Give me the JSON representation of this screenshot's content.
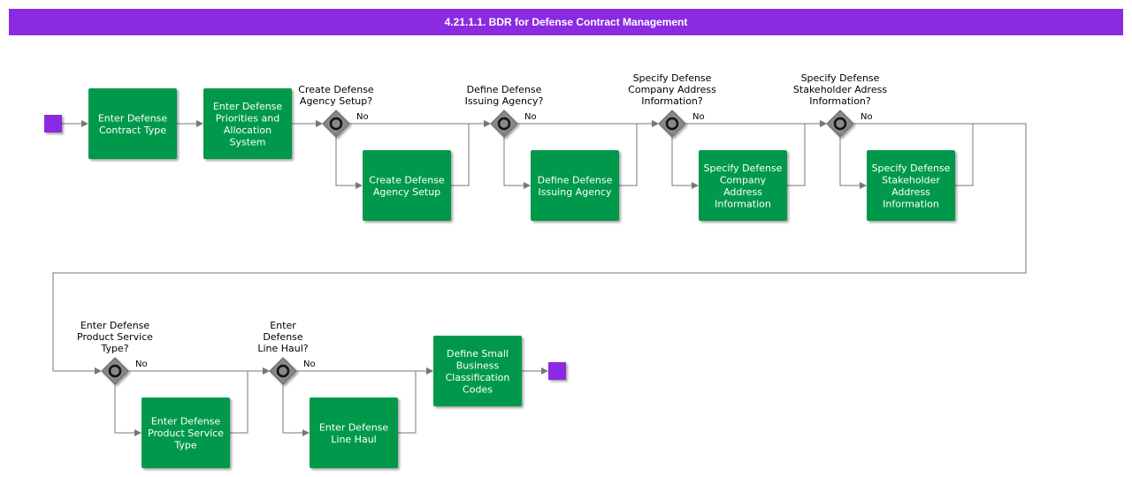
{
  "header": {
    "title": "4.21.1.1. BDR for Defense Contract Management"
  },
  "colors": {
    "header": "#8a2be2",
    "task": "#00994c",
    "event": "#8a2be2",
    "gateway": "#888888",
    "connector": "#777777"
  },
  "tasks": {
    "enter_contract_type": [
      "Enter Defense",
      "Contract Type"
    ],
    "enter_priorities": [
      "Enter Defense",
      "Priorities and",
      "Allocation",
      "System"
    ],
    "create_agency_setup": [
      "Create Defense",
      "Agency Setup"
    ],
    "define_issuing_agency": [
      "Define Defense",
      "Issuing Agency"
    ],
    "specify_company_address": [
      "Specify Defense",
      "Company",
      "Address",
      "Information"
    ],
    "specify_stakeholder_address": [
      "Specify Defense",
      "Stakeholder",
      "Address",
      "Information"
    ],
    "enter_product_service_type": [
      "Enter Defense",
      "Product Service",
      "Type"
    ],
    "enter_line_haul": [
      "Enter Defense",
      "Line Haul"
    ],
    "define_small_business": [
      "Define Small",
      "Business",
      "Classification",
      "Codes"
    ]
  },
  "gateways": {
    "create_agency_setup_q": {
      "question": [
        "Create Defense",
        "Agency Setup?"
      ],
      "no": "No"
    },
    "define_issuing_agency_q": {
      "question": [
        "Define Defense",
        "Issuing Agency?"
      ],
      "no": "No"
    },
    "specify_company_address_q": {
      "question": [
        "Specify Defense",
        "Company Address",
        "Information?"
      ],
      "no": "No"
    },
    "specify_stakeholder_address_q": {
      "question": [
        "Specify Defense",
        "Stakeholder Adress",
        "Information?"
      ],
      "no": "No"
    },
    "product_service_type_q": {
      "question": [
        "Enter Defense",
        "Product Service",
        "Type?"
      ],
      "no": "No"
    },
    "line_haul_q": {
      "question": [
        "Enter",
        "Defense",
        "Line Haul?"
      ],
      "no": "No"
    }
  }
}
